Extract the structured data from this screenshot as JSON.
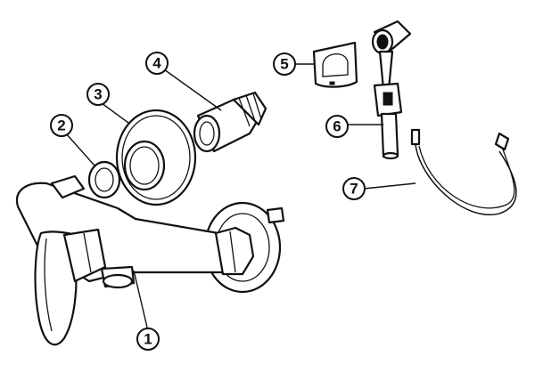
{
  "diagram": {
    "callouts": [
      {
        "id": "1",
        "label": "1"
      },
      {
        "id": "2",
        "label": "2"
      },
      {
        "id": "3",
        "label": "3"
      },
      {
        "id": "4",
        "label": "4"
      },
      {
        "id": "5",
        "label": "5"
      },
      {
        "id": "6",
        "label": "6"
      },
      {
        "id": "7",
        "label": "7"
      }
    ]
  },
  "colors": {
    "ink": "#111111",
    "paper": "#ffffff"
  }
}
